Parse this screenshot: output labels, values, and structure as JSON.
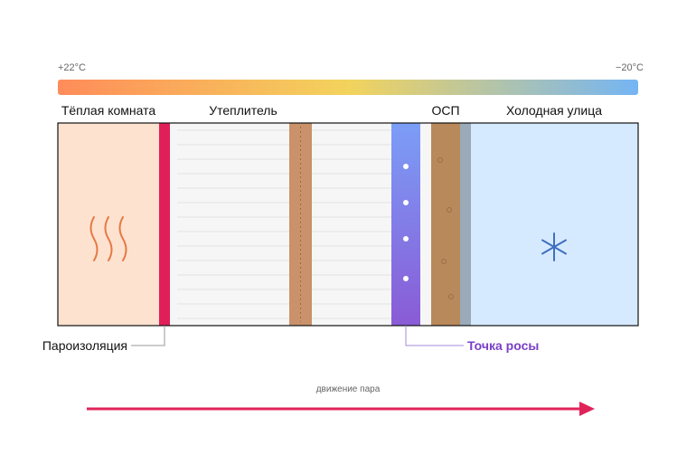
{
  "temperature": {
    "warm_label": "+22°C",
    "cold_label": "−20°C",
    "gradient_colors": [
      "#ff8c5a",
      "#f3d35c",
      "#74b5f4"
    ]
  },
  "layers": {
    "warm_room": "Тёплая комната",
    "insulation": "Утеплитель",
    "osb": "ОСП",
    "cold_street": "Холодная улица"
  },
  "callouts": {
    "vapor_barrier": "Пароизоляция",
    "dew_point": "Точка росы"
  },
  "vapor_flow": {
    "label": "движение пара"
  },
  "colors": {
    "warm_room": "#fde2d0",
    "vapor_barrier": "#e01e5a",
    "insulation": "#f6f6f6",
    "stud": "#c9926a",
    "dew_zone_top": "#7b9ef7",
    "dew_zone_bottom": "#8a5bd6",
    "osb": "#b8895a",
    "gap": "#9aaab8",
    "cold_street": "#d6eaff",
    "heat_waves": "#e67a45",
    "snowflake": "#3f6fc0",
    "dew_point_text": "#7a3fc8",
    "arrow": "#e0245a"
  },
  "icons": {
    "warm_room": "heat-waves-icon",
    "cold_street": "snowflake-icon"
  }
}
